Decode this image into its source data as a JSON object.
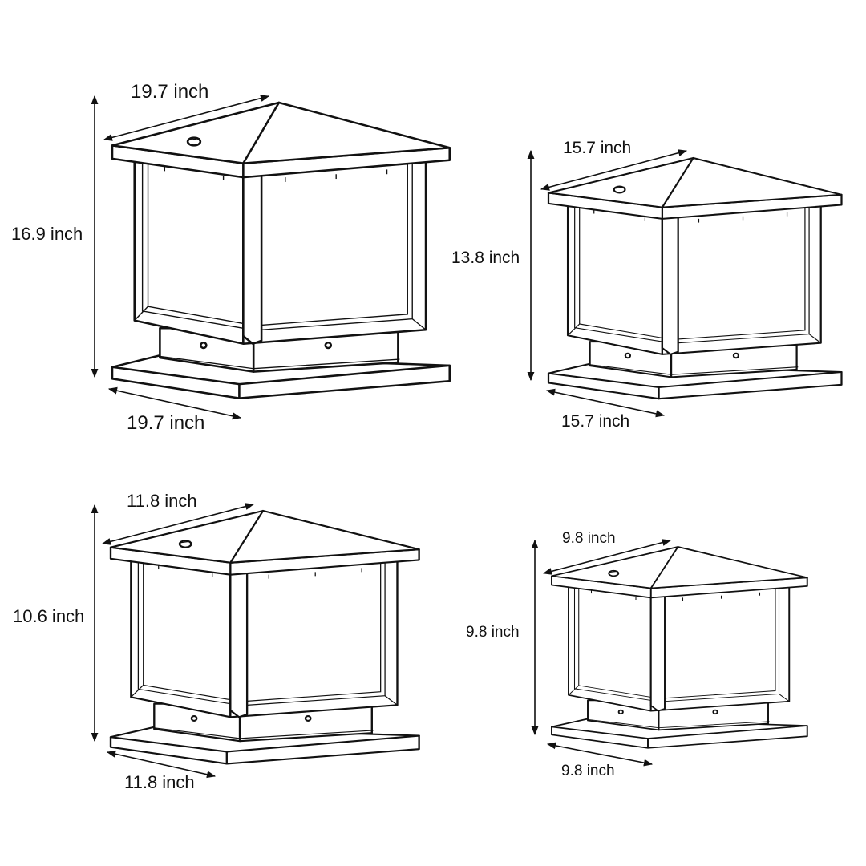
{
  "diagram": {
    "subject": "post cap lamp size chart",
    "unit": "inch",
    "lamps": [
      {
        "position": "top-left",
        "top_width_label": "19.7 inch",
        "height_label": "16.9 inch",
        "base_width_label": "19.7 inch"
      },
      {
        "position": "top-right",
        "top_width_label": "15.7 inch",
        "height_label": "13.8 inch",
        "base_width_label": "15.7 inch"
      },
      {
        "position": "bottom-left",
        "top_width_label": "11.8 inch",
        "height_label": "10.6 inch",
        "base_width_label": "11.8 inch"
      },
      {
        "position": "bottom-right",
        "top_width_label": "9.8 inch",
        "height_label": "9.8 inch",
        "base_width_label": "9.8 inch"
      }
    ],
    "colors": {
      "line": "#111111",
      "background": "#ffffff"
    }
  }
}
